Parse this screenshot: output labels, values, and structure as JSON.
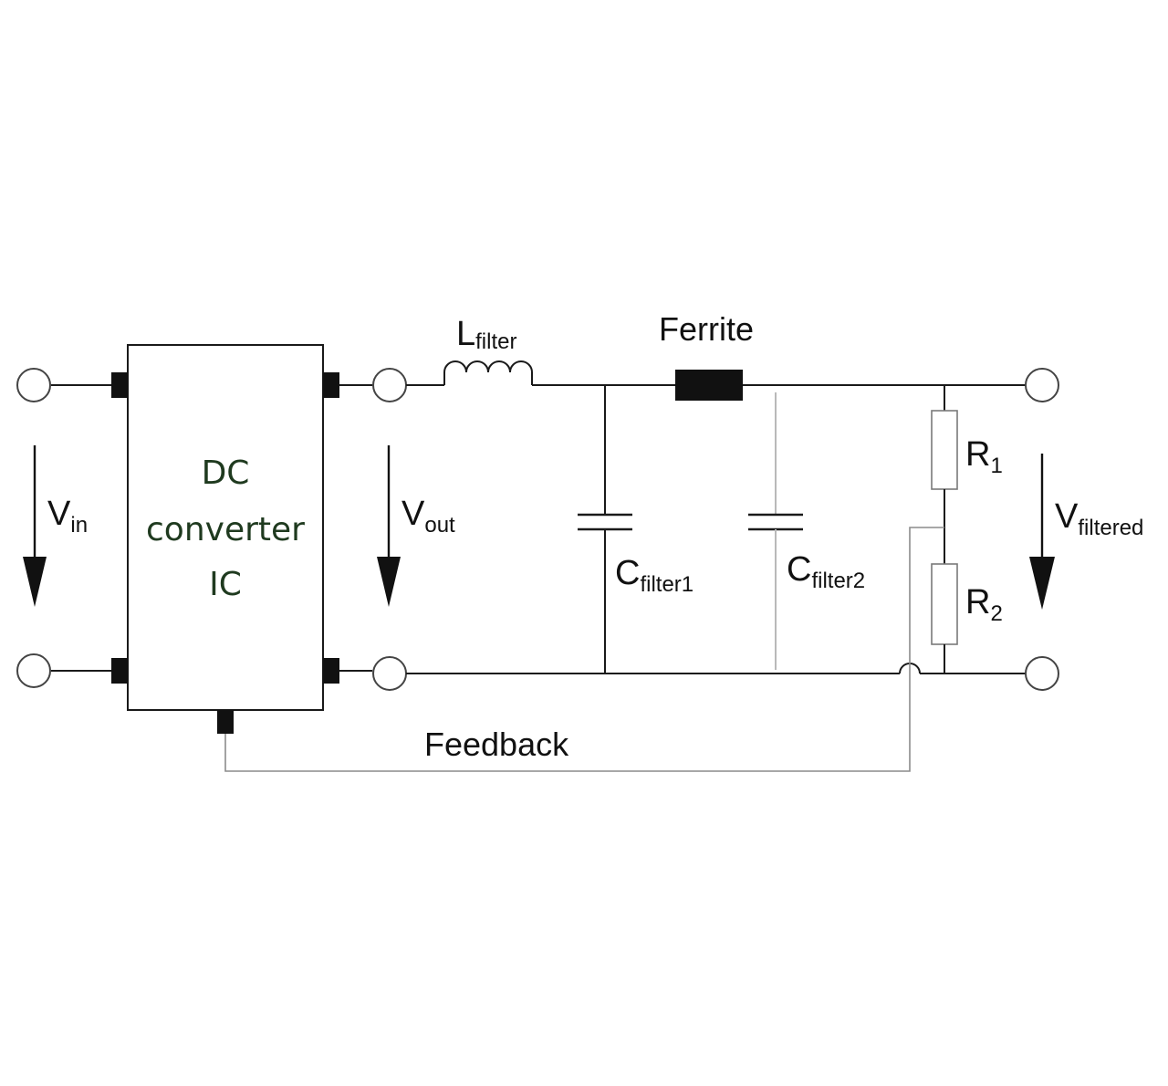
{
  "ic": {
    "line1": "DC",
    "line2": "converter",
    "line3": "IC"
  },
  "labels": {
    "vin_main": "V",
    "vin_sub": "in",
    "vout_main": "V",
    "vout_sub": "out",
    "vfiltered_main": "V",
    "vfiltered_sub": "filtered",
    "lfilter_main": "L",
    "lfilter_sub": "filter",
    "ferrite": "Ferrite",
    "cfilter1_main": "C",
    "cfilter1_sub": "filter1",
    "cfilter2_main": "C",
    "cfilter2_sub": "filter2",
    "r1_main": "R",
    "r1_sub": "1",
    "r2_main": "R",
    "r2_sub": "2",
    "feedback": "Feedback"
  }
}
